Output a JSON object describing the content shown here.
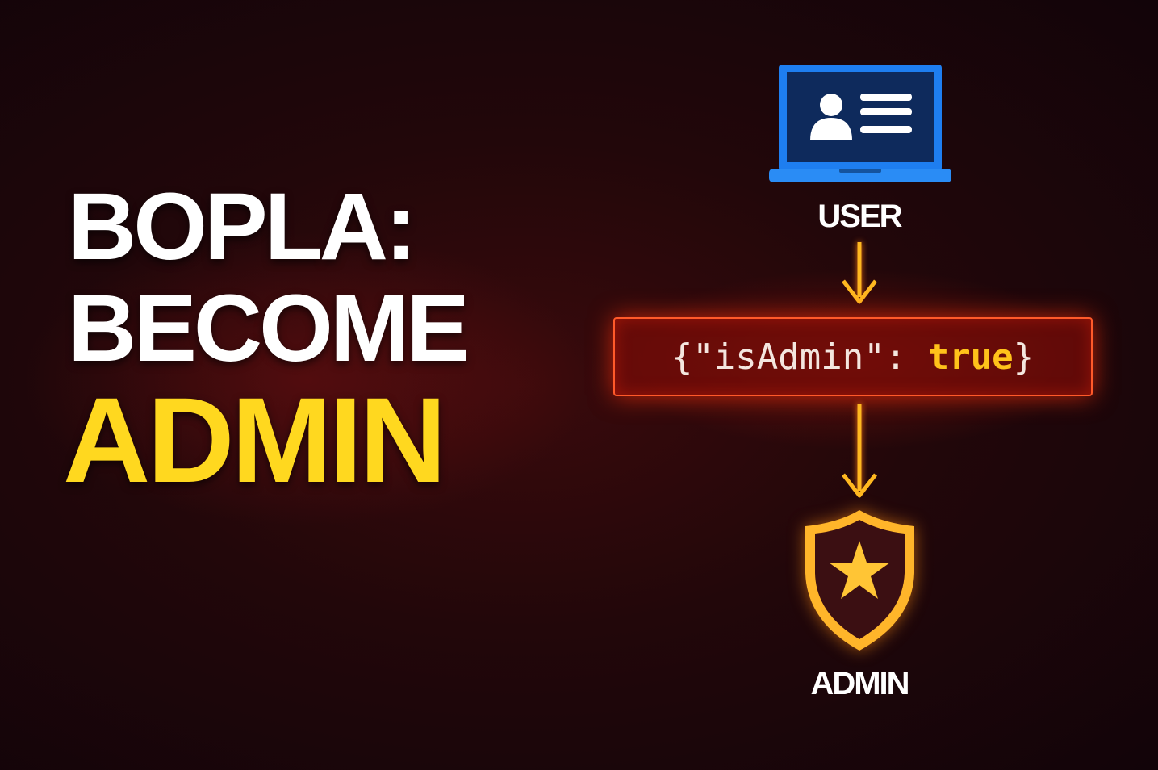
{
  "title": {
    "line1": "BOPLA:",
    "line2": "BECOME",
    "line3": "ADMIN"
  },
  "diagram": {
    "user_label": "USER",
    "payload": {
      "open": "{\"isAdmin\": ",
      "value": "true",
      "close": "}"
    },
    "admin_label": "ADMIN"
  },
  "colors": {
    "accent_yellow": "#ffd81f",
    "laptop_blue": "#1e7ef0",
    "arrow": "#ffb820",
    "box_border": "#ff5a2a"
  },
  "icons": [
    "user-laptop-icon",
    "arrow-down-icon",
    "shield-star-icon"
  ]
}
